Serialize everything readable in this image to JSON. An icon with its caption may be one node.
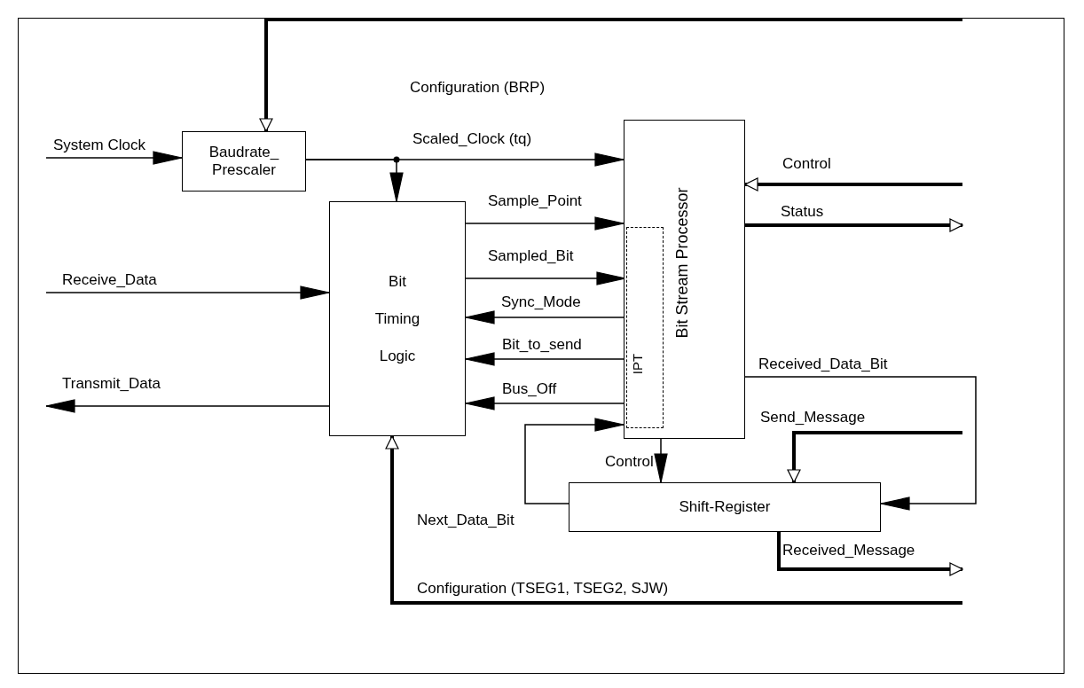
{
  "diagram": {
    "nodes": [
      {
        "text": [
          "Baudrate_ Prescaler"
        ]
      },
      {
        "text": [
          "Bit Timing Logic"
        ]
      },
      {
        "text": [
          "Bit Stream Processor"
        ]
      },
      {
        "text": [
          "IPT"
        ],
        "in": 2
      },
      {
        "text": [
          "Shift-Register"
        ]
      }
    ],
    "edges": [
      {
        "from": null,
        "to": 0,
        "arrow": "to",
        "label": "System Clock"
      },
      {
        "from": null,
        "to": 0,
        "arrow": "to",
        "label": "Configuration (BRP)",
        "style": "thick"
      },
      {
        "from": 0,
        "to": 2,
        "arrow": "to",
        "label": "Scaled_Clock (tq)"
      },
      {
        "from": 0,
        "to": 1,
        "arrow": "to"
      },
      {
        "from": null,
        "to": 2,
        "arrow": "to",
        "label": "Control",
        "style": "thick"
      },
      {
        "from": 2,
        "to": null,
        "arrow": "to",
        "label": "Status",
        "style": "thick"
      },
      {
        "from": 1,
        "to": 2,
        "arrow": "to",
        "label": "Sample_Point"
      },
      {
        "from": 1,
        "to": 3,
        "arrow": "to",
        "label": "Sampled_Bit"
      },
      {
        "from": 2,
        "to": 1,
        "arrow": "to",
        "label": "Sync_Mode"
      },
      {
        "from": 3,
        "to": 1,
        "arrow": "to",
        "label": "Bit_to_send"
      },
      {
        "from": 2,
        "to": 1,
        "arrow": "to",
        "label": "Bus_Off"
      },
      {
        "from": null,
        "to": 1,
        "arrow": "to",
        "label": "Receive_Data"
      },
      {
        "from": 1,
        "to": null,
        "arrow": "to",
        "label": "Transmit_Data"
      },
      {
        "from": 2,
        "to": 4,
        "arrow": "to",
        "label": "Received_Data_Bit"
      },
      {
        "from": null,
        "to": 4,
        "arrow": "to",
        "label": "Send_Message",
        "style": "thick"
      },
      {
        "from": 2,
        "to": 4,
        "arrow": "to",
        "label": "Control"
      },
      {
        "from": 4,
        "to": 2,
        "arrow": "to",
        "label": "Next_Data_Bit"
      },
      {
        "from": 4,
        "to": null,
        "arrow": "to",
        "label": "Received_Message",
        "style": "thick"
      },
      {
        "from": null,
        "to": 1,
        "arrow": "to",
        "label": "Configuration (TSEG1, TSEG2, SJW)",
        "style": "thick"
      }
    ]
  }
}
